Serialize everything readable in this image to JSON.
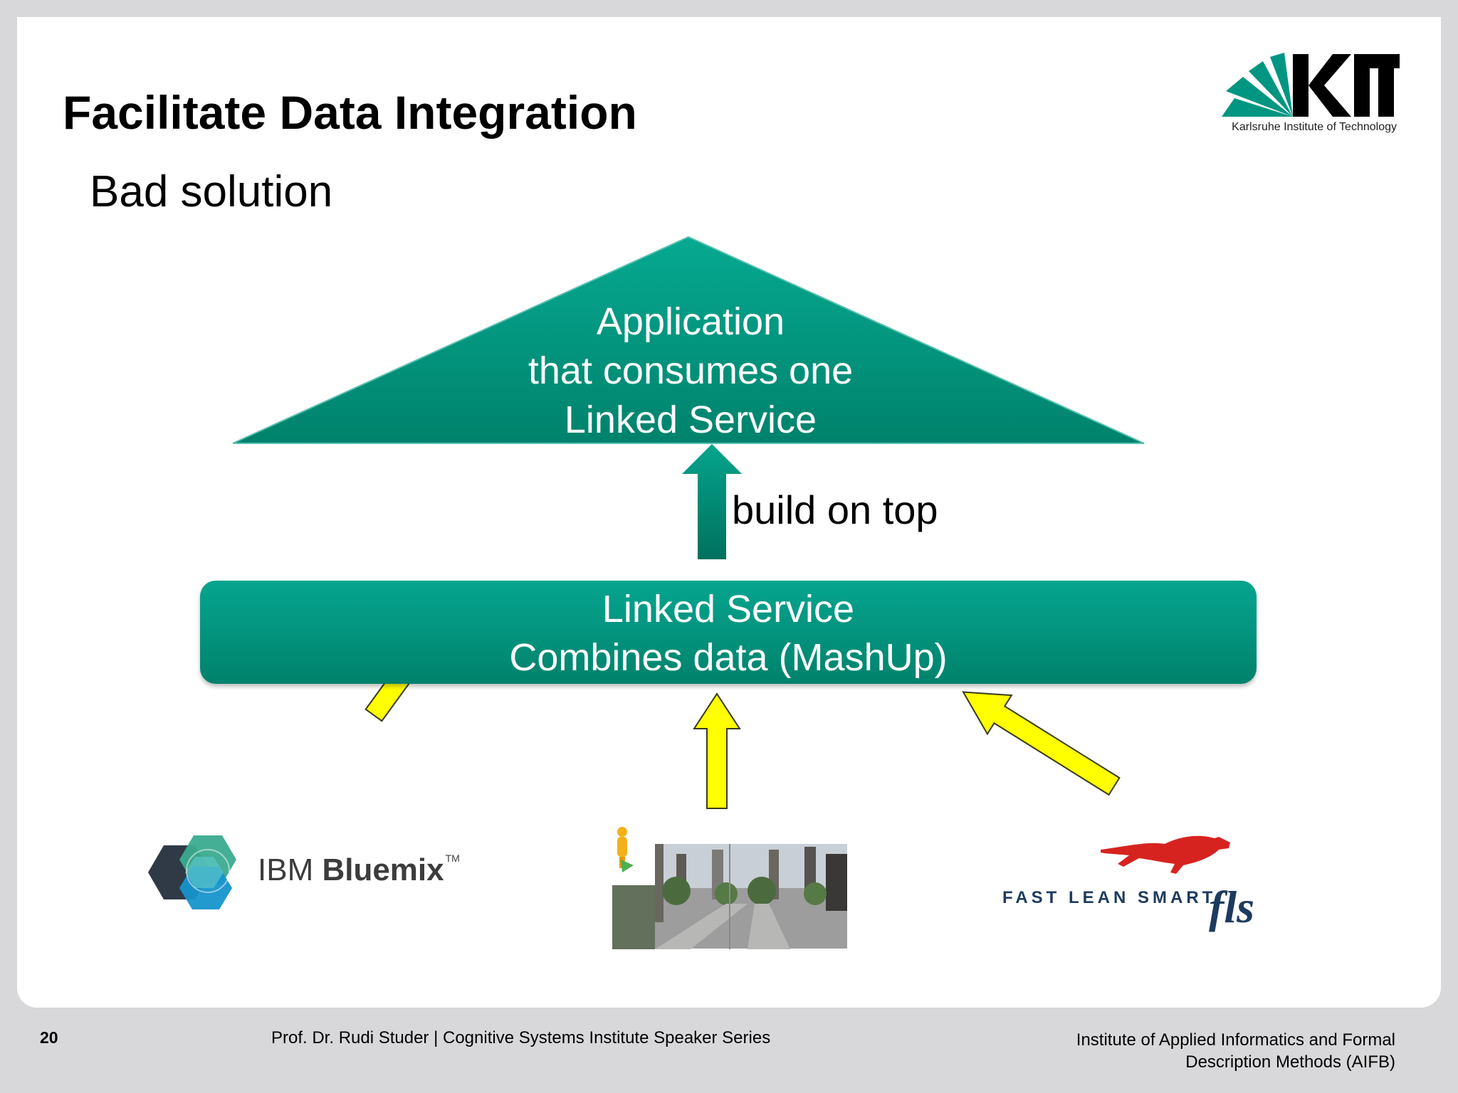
{
  "slide": {
    "title": "Facilitate Data Integration",
    "subtitle": "Bad solution"
  },
  "logo": {
    "wordmark": "KIT",
    "tagline": "Karlsruhe Institute of Technology",
    "color": "#009682"
  },
  "diagram": {
    "application_lines": [
      "Application",
      "that consumes one",
      "Linked Service"
    ],
    "connector_label": "build on top",
    "service_lines": [
      "Linked Service",
      "Combines data (MashUp)"
    ],
    "primary_color": "#009682",
    "input_arrow_color": "#ffff00",
    "sources": [
      {
        "name": "IBM Bluemix",
        "text_regular": "IBM ",
        "text_bold": "Bluemix",
        "trademark": "TM",
        "icon": "hexagon-cluster-icon"
      },
      {
        "name": "Street View",
        "icon": "pegman-icon"
      },
      {
        "name": "FLS",
        "tagline": "FAST LEAN SMART.",
        "mark": "fls",
        "icon": "cheetah-icon"
      }
    ]
  },
  "footer": {
    "page_number": "20",
    "presenter": "Prof. Dr. Rudi Studer |  Cognitive Systems Institute Speaker Series",
    "institute_lines": [
      "Institute of Applied Informatics and Formal",
      "Description Methods (AIFB)"
    ]
  }
}
